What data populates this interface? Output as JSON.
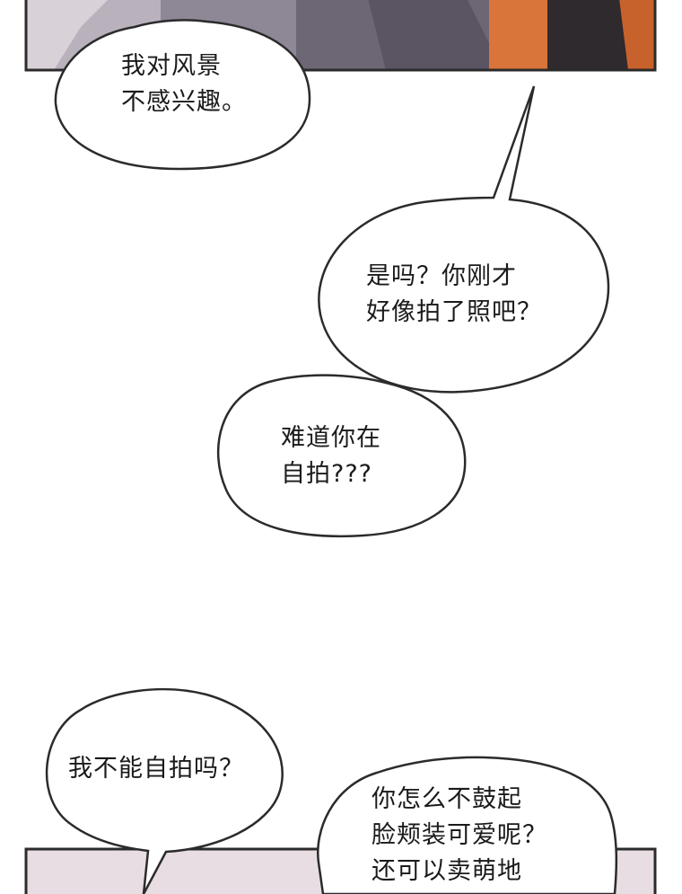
{
  "bubbles": {
    "b1": {
      "lines": [
        "我对风景",
        "不感兴趣。"
      ]
    },
    "b2": {
      "lines": [
        "是吗？你刚才",
        "好像拍了照吧？"
      ]
    },
    "b3": {
      "lines": [
        "难道你在",
        "自拍???"
      ]
    },
    "b4": {
      "lines": [
        "我不能自拍吗？"
      ]
    },
    "b5": {
      "lines": [
        "你怎么不鼓起",
        "脸颊装可爱呢？",
        "还可以卖萌地"
      ]
    }
  },
  "colors": {
    "background": "#ffffff",
    "panel_border": "#2b2b2b",
    "top_panel_gray": "#6d6675",
    "top_panel_orange": "#d9743a",
    "bottom_panel_pink": "#e8dde2",
    "bubble_fill": "#ffffff",
    "bubble_stroke": "#2b2b2b"
  }
}
